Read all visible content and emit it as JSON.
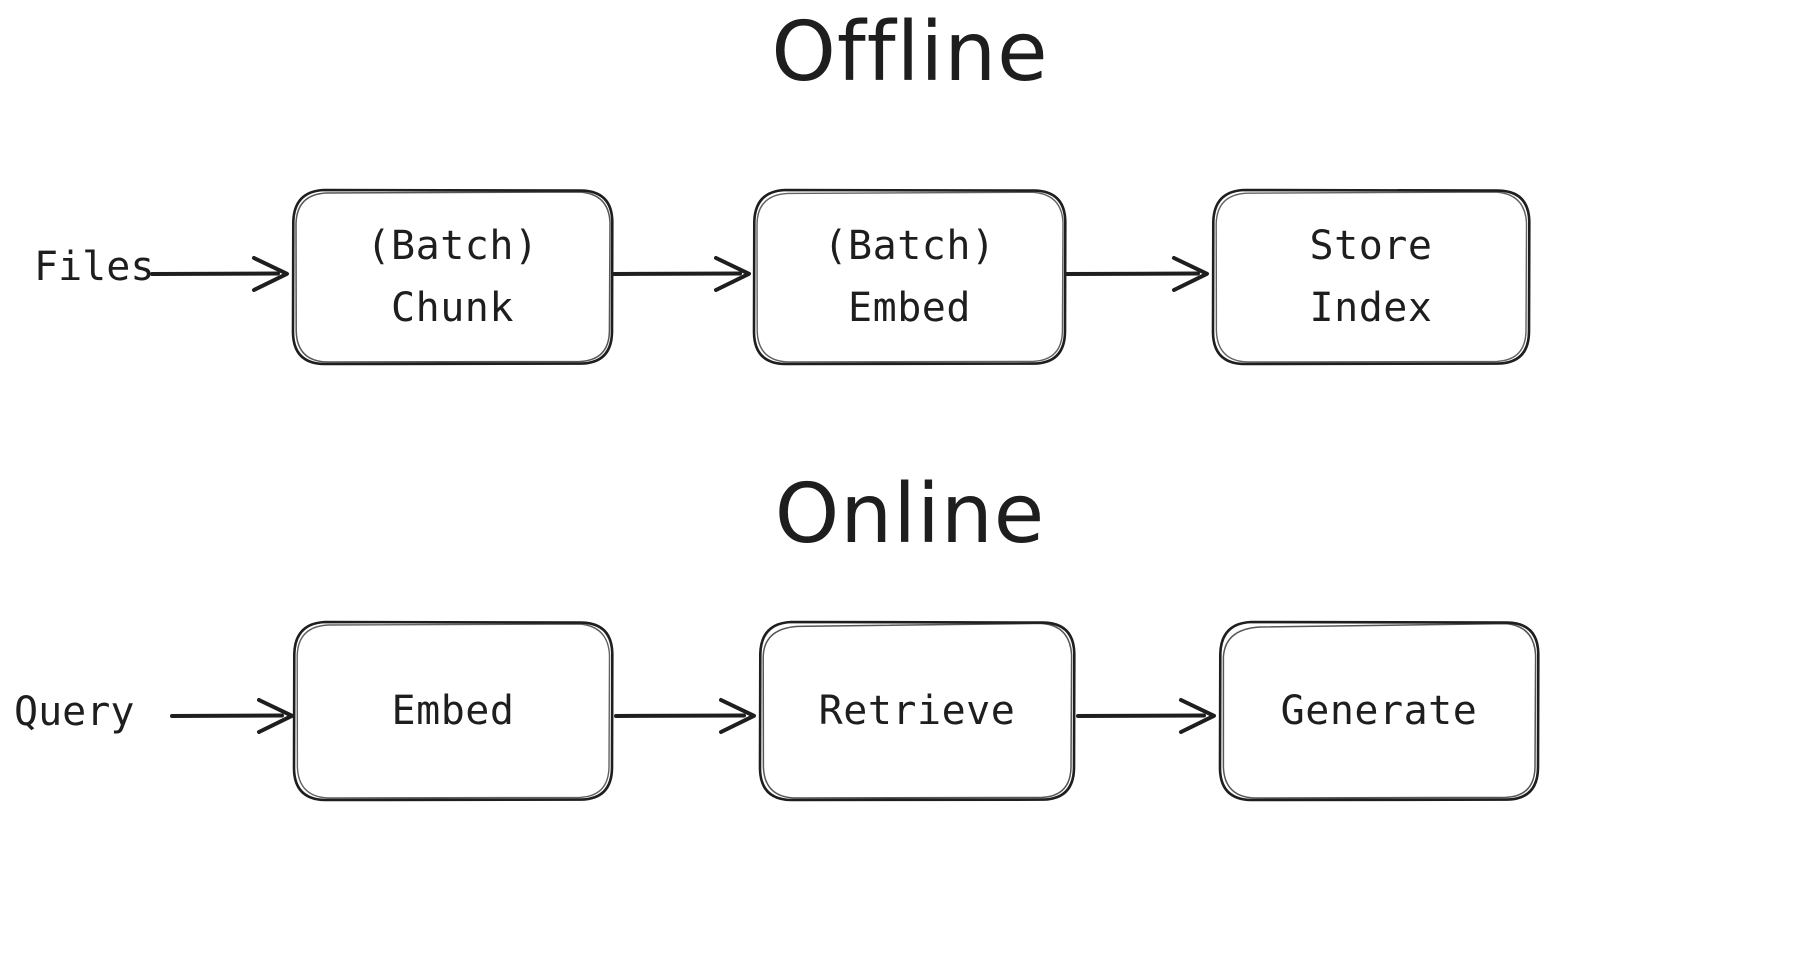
{
  "diagram": {
    "type": "flow-diagram",
    "style": "hand-drawn",
    "background_color": "#ffffff",
    "stroke_color": "#1e1e1e",
    "sections": [
      {
        "id": "offline",
        "title": "Offline",
        "input_label": "Files",
        "nodes": [
          {
            "id": "batch-chunk",
            "label": "(Batch)\nChunk"
          },
          {
            "id": "batch-embed",
            "label": "(Batch)\nEmbed"
          },
          {
            "id": "store-index",
            "label": "Store\nIndex"
          }
        ],
        "edges": [
          {
            "from": "Files",
            "to": "(Batch) Chunk"
          },
          {
            "from": "(Batch) Chunk",
            "to": "(Batch) Embed"
          },
          {
            "from": "(Batch) Embed",
            "to": "Store Index"
          }
        ]
      },
      {
        "id": "online",
        "title": "Online",
        "input_label": "Query",
        "nodes": [
          {
            "id": "embed",
            "label": "Embed"
          },
          {
            "id": "retrieve",
            "label": "Retrieve"
          },
          {
            "id": "generate",
            "label": "Generate"
          }
        ],
        "edges": [
          {
            "from": "Query",
            "to": "Embed"
          },
          {
            "from": "Embed",
            "to": "Retrieve"
          },
          {
            "from": "Retrieve",
            "to": "Generate"
          }
        ]
      }
    ]
  }
}
